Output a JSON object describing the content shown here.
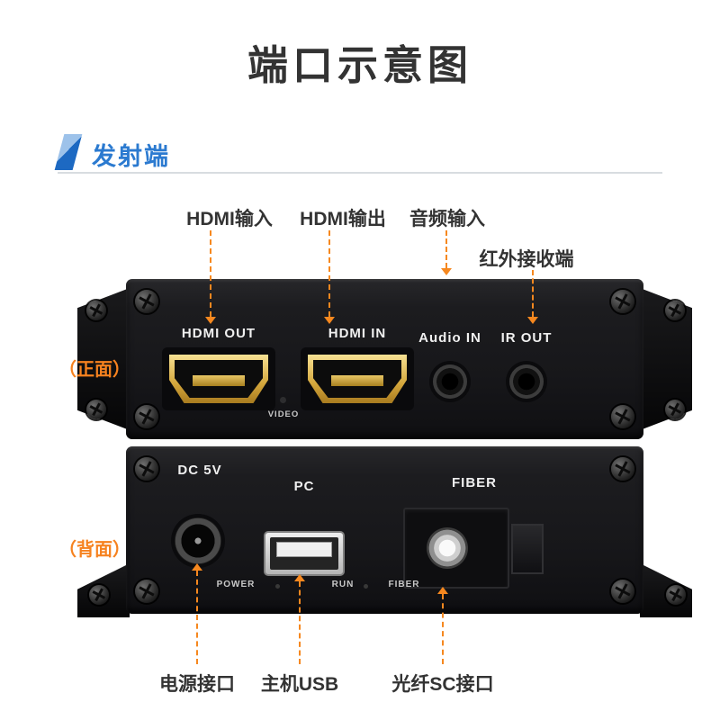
{
  "title": "端口示意图",
  "section": {
    "label": "发射端"
  },
  "colors": {
    "accent_orange": "#f6821f",
    "accent_blue": "#2b7ad0",
    "panel_black": "#1a1a1c",
    "hdmi_gold": "#d4a73c"
  },
  "callouts_top": [
    {
      "label": "HDMI输入"
    },
    {
      "label": "HDMI输出"
    },
    {
      "label": "音频输入"
    },
    {
      "label": "红外接收端"
    }
  ],
  "callouts_bottom": [
    {
      "label": "电源接口"
    },
    {
      "label": "主机USB"
    },
    {
      "label": "光纤SC接口"
    }
  ],
  "front": {
    "side_label": "（正面）",
    "ports": {
      "hdmi_out": "HDMI OUT",
      "hdmi_in": "HDMI IN",
      "audio_in": "Audio IN",
      "ir_out": "IR OUT"
    },
    "video_label": "VIDEO"
  },
  "back": {
    "side_label": "（背面）",
    "dc_label": "DC 5V",
    "pc_label": "PC",
    "fiber_label": "FIBER",
    "indicators": {
      "power": "POWER",
      "run": "RUN",
      "fiber": "FIBER"
    }
  }
}
